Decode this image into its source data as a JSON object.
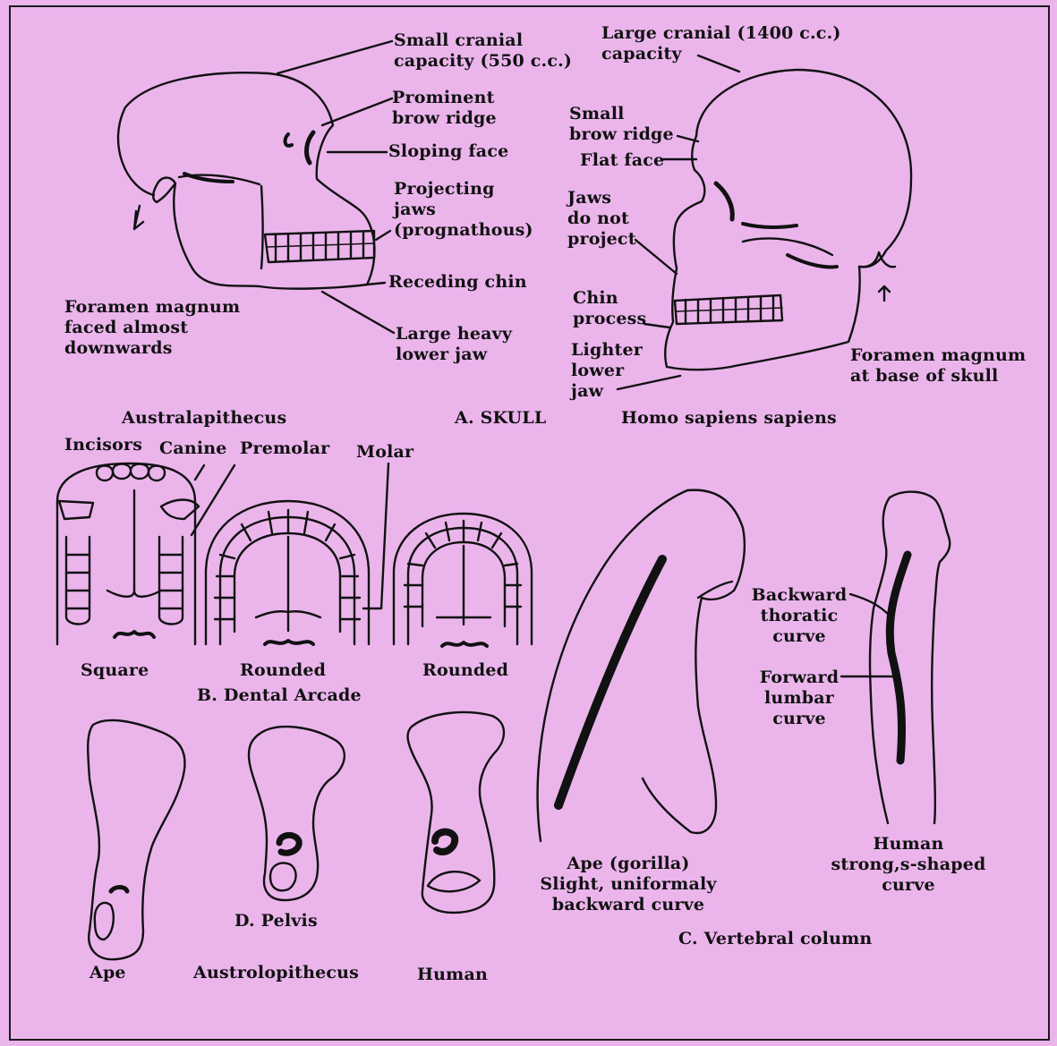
{
  "skull": {
    "section_title": "A. SKULL",
    "ape_name": "Australapithecus",
    "human_name": "Homo sapiens sapiens",
    "ape_labels": {
      "cranial": "Small cranial\ncapacity (550 c.c.)",
      "brow": "Prominent\nbrow ridge",
      "face": "Sloping face",
      "jaws": "Projecting\njaws\n(prognathous)",
      "chin": "Receding chin",
      "lower_jaw": "Large heavy\nlower jaw",
      "foramen": "Foramen magnum\nfaced almost\ndownwards"
    },
    "human_labels": {
      "cranial": "Large cranial (1400 c.c.)\ncapacity",
      "brow": "Small\nbrow ridge",
      "face": "Flat face",
      "jaws": "Jaws\ndo not\nproject",
      "chin": "Chin\nprocess",
      "lower_jaw": "Lighter\nlower\njaw",
      "foramen": "Foramen magnum\nat base of skull"
    }
  },
  "dental": {
    "section_title": "B. Dental Arcade",
    "tooth_labels": {
      "incisors": "Incisors",
      "canine": "Canine",
      "premolar": "Premolar",
      "molar": "Molar"
    },
    "shapes": [
      "Square",
      "Rounded",
      "Rounded"
    ]
  },
  "vertebral": {
    "section_title": "C. Vertebral column",
    "ape_caption": "Ape (gorilla)\nSlight, uniformaly\nbackward curve",
    "human_caption": "Human\nstrong,s-shaped\ncurve",
    "backward": "Backward\nthoratic\ncurve",
    "forward": "Forward\nlumbar\ncurve"
  },
  "pelvis": {
    "section_title": "D. Pelvis",
    "names": [
      "Ape",
      "Austrolopithecus",
      "Human"
    ]
  }
}
